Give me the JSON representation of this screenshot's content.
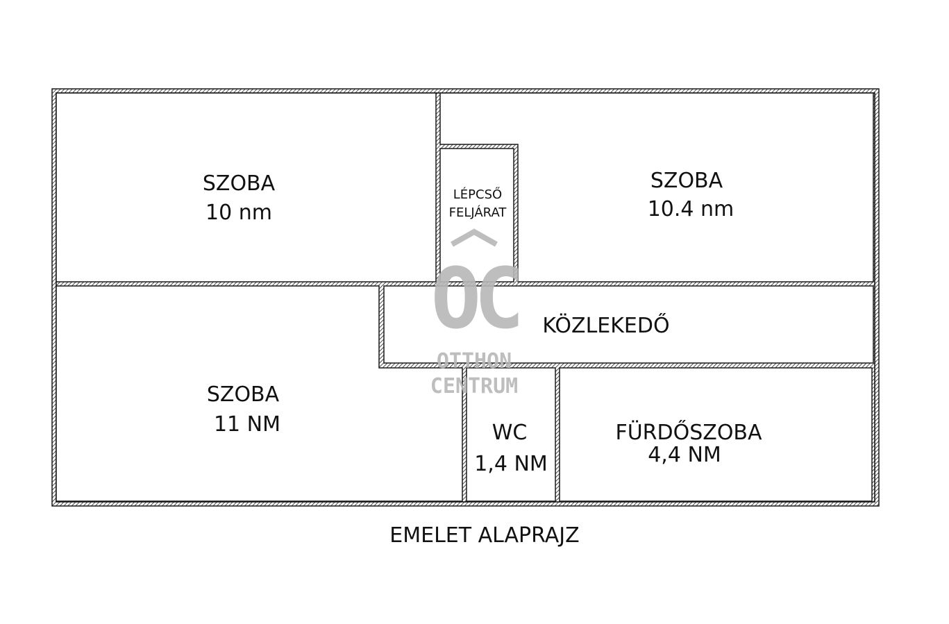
{
  "rooms": {
    "room_top_left": {
      "name": "SZOBA",
      "area": "10 nm"
    },
    "room_top_right": {
      "name": "SZOBA",
      "area": "10.4 nm"
    },
    "room_bottom_left": {
      "name": "SZOBA",
      "area": "11 NM"
    },
    "stair": {
      "line1": "LÉPCSŐ",
      "line2": "FELJÁRAT"
    },
    "hallway": {
      "name": "KÖZLEKEDŐ"
    },
    "wc": {
      "name": "WC",
      "area": "1,4 NM"
    },
    "bathroom": {
      "name": "FÜRDŐSZOBA",
      "area": "4,4 NM"
    }
  },
  "watermark": {
    "monogram": "OC",
    "line1": "OTTHON",
    "line2": "CENTRUM",
    "color": "#b3b3b3"
  },
  "caption": "EMELET ALAPRAJZ",
  "colors": {
    "wall": "#1a1a1a",
    "background": "#ffffff"
  }
}
